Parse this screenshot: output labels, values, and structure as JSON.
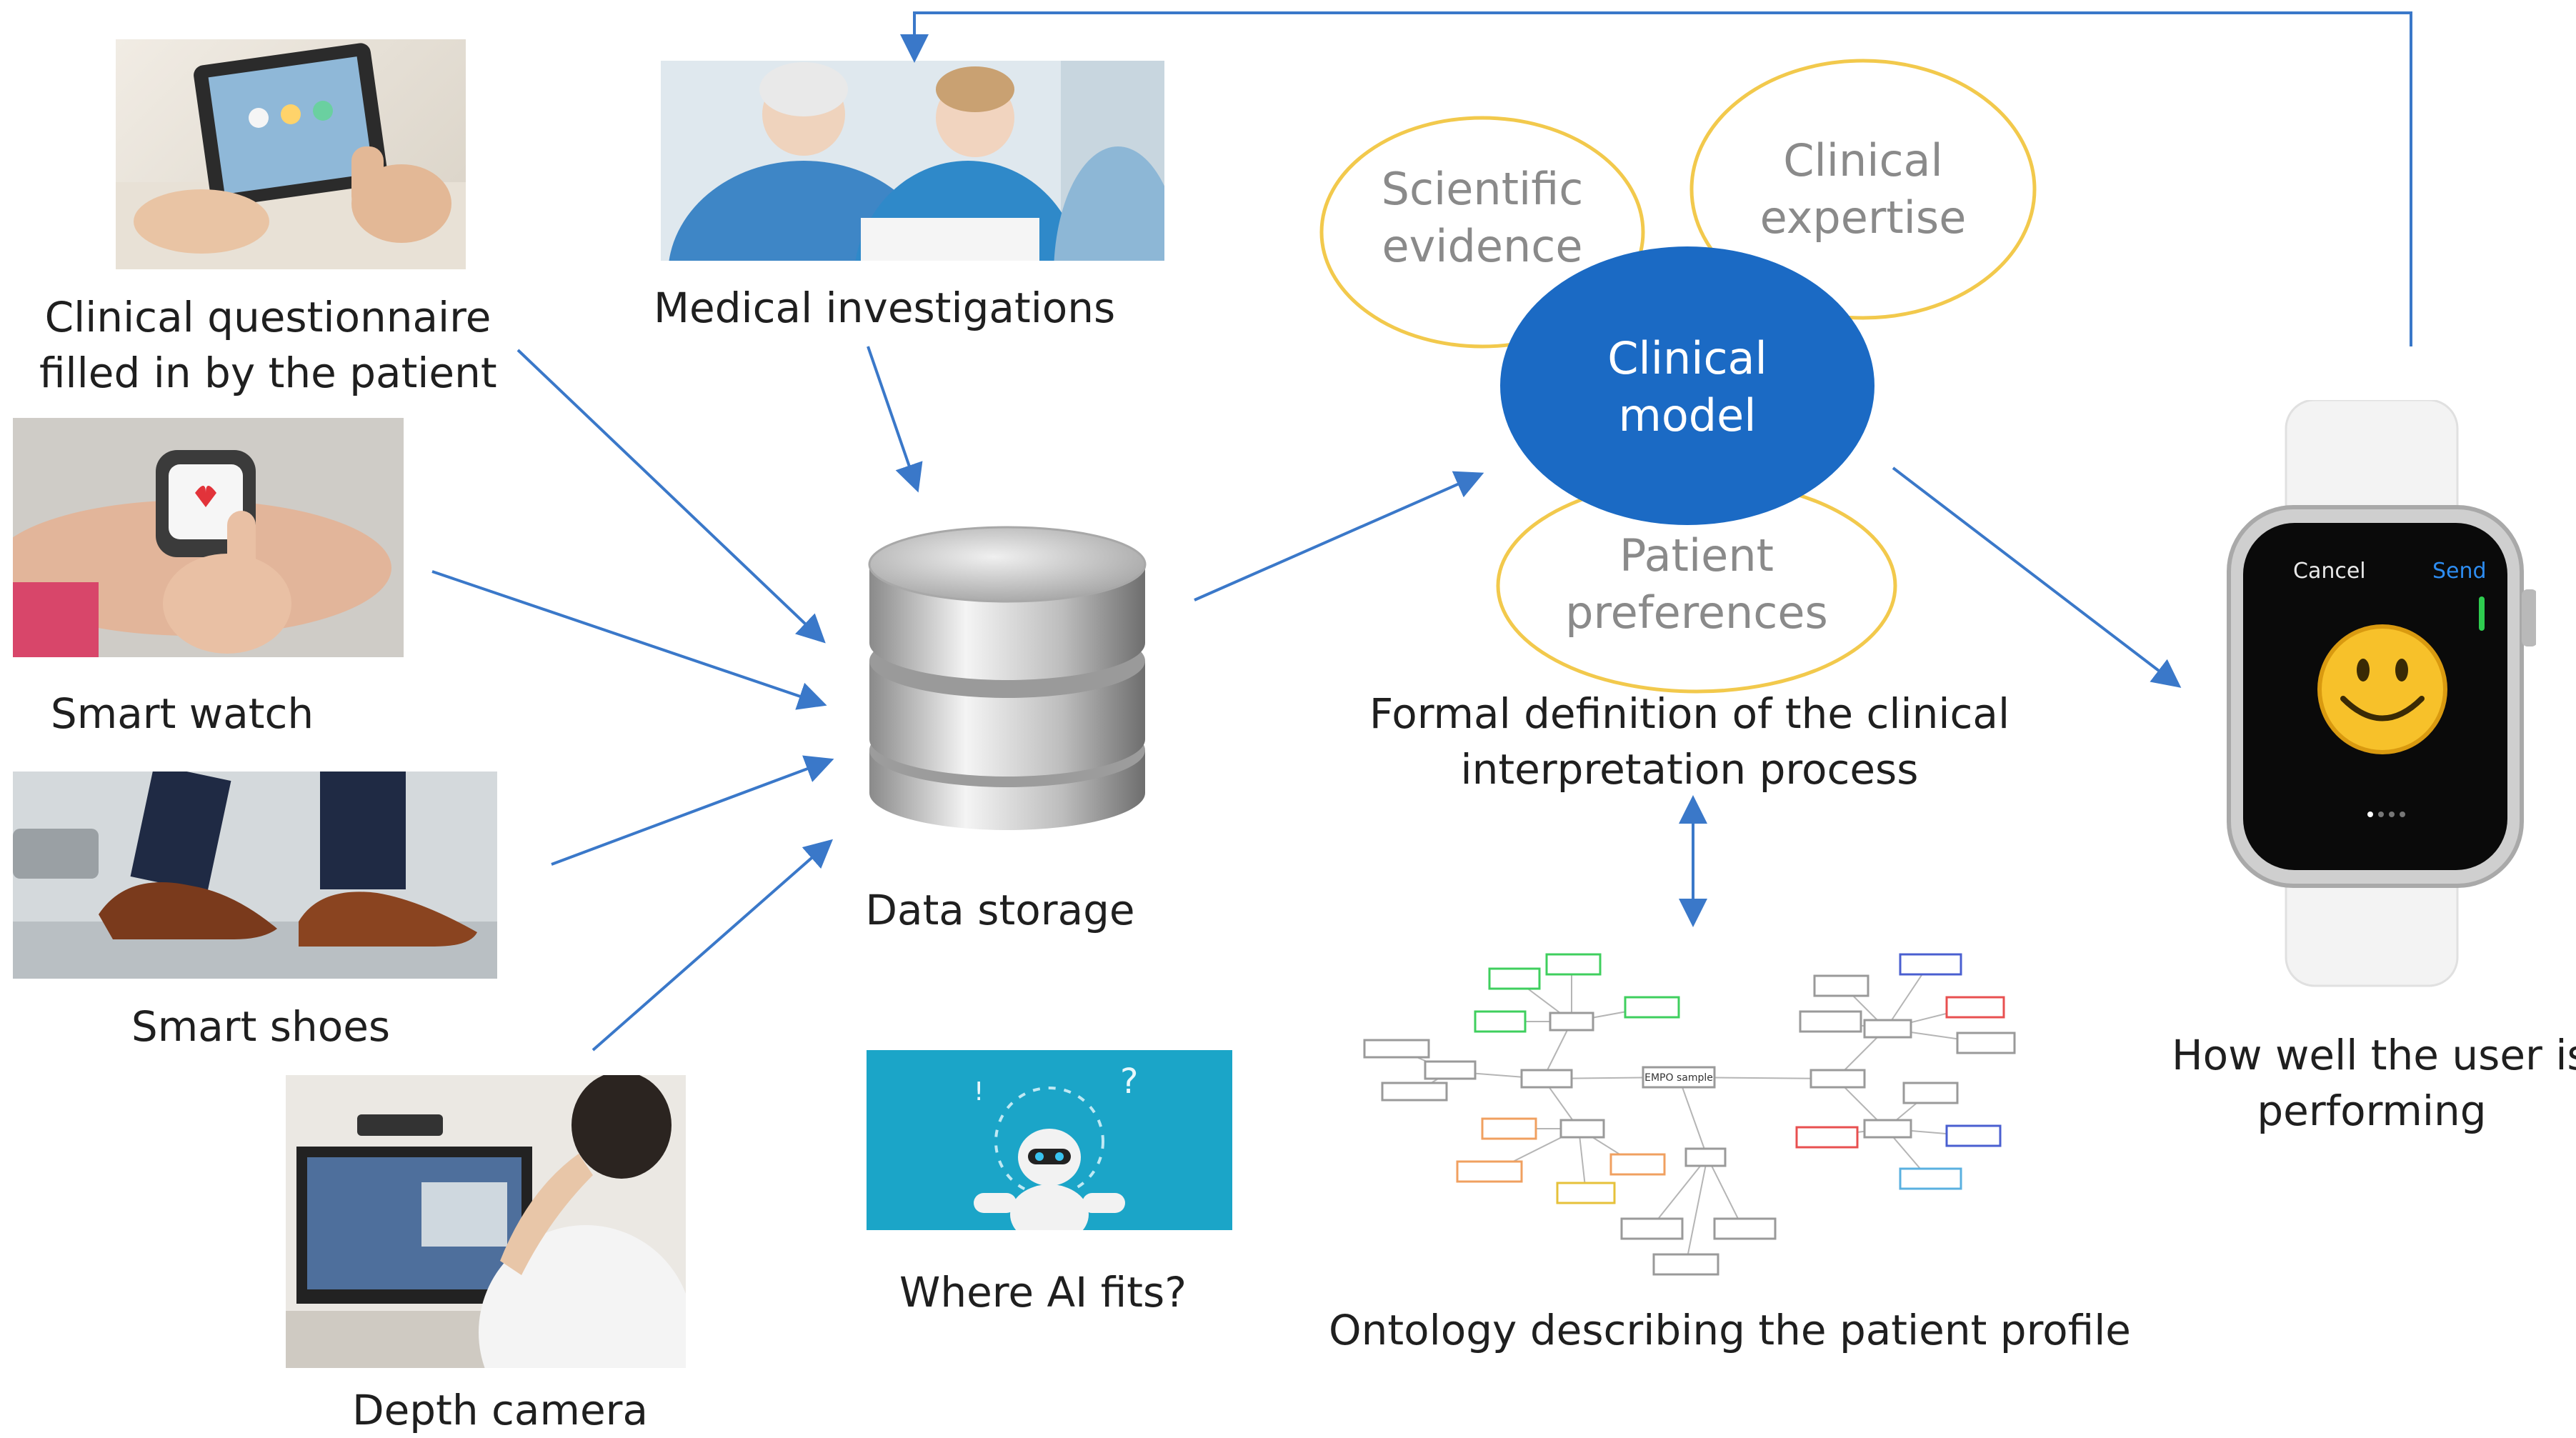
{
  "labels": {
    "questionnaire": [
      "Clinical questionnaire",
      "filled in by the patient"
    ],
    "medical": "Medical investigations",
    "smartwatch": "Smart watch",
    "smartshoes": "Smart shoes",
    "depthcamera": "Depth camera",
    "datastorage": "Data storage",
    "ai": "Where AI fits?",
    "formal": [
      "Formal definition of the clinical",
      "interpretation process"
    ],
    "ontology": "Ontology describing the patient profile",
    "performing": [
      "How well the user is",
      "performing"
    ]
  },
  "ellipses": {
    "scientific": [
      "Scientific",
      "evidence"
    ],
    "expertise": [
      "Clinical",
      "expertise"
    ],
    "model": [
      "Clinical",
      "model"
    ],
    "preferences": [
      "Patient",
      "preferences"
    ]
  },
  "watch_ui": {
    "cancel": "Cancel",
    "send": "Send"
  },
  "ontology_graph": {
    "root": "EMPO sample"
  },
  "colors": {
    "arrow": "#3a78c9",
    "ellipse_outline": "#f2c94c",
    "model_fill": "#1b6ac4",
    "ellipse_text": "#8a8a8a"
  }
}
